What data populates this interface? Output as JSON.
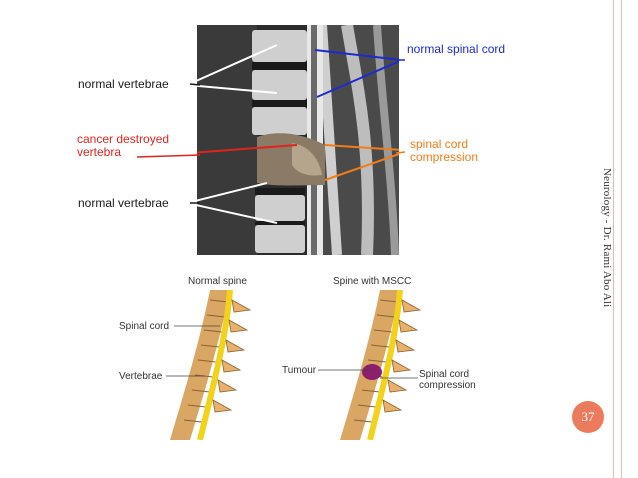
{
  "mri_labels": {
    "normal_vertebrae_top": "normal vertebrae",
    "cancer_destroyed": "cancer destroyed vertebra",
    "normal_vertebrae_bottom": "normal vertebrae",
    "normal_spinal_cord": "normal spinal cord",
    "spinal_cord_compression": "spinal cord compression"
  },
  "diagram": {
    "normal_title": "Normal spine",
    "mscc_title": "Spine with MSCC",
    "spinal_cord": "Spinal cord",
    "vertebrae": "Vertebrae",
    "tumour": "Tumour",
    "compression": "Spinal cord compression"
  },
  "footer": {
    "vertical_text": "Neurology - Dr. Rami Abo Ali",
    "page_number": "37"
  },
  "colors": {
    "accent": "#ec7a5d",
    "red_label": "#e0241d",
    "blue_label": "#1b2bd1",
    "orange_label": "#f07d1a",
    "cord_yellow": "#f3d21c",
    "bone": "#d9a664"
  }
}
